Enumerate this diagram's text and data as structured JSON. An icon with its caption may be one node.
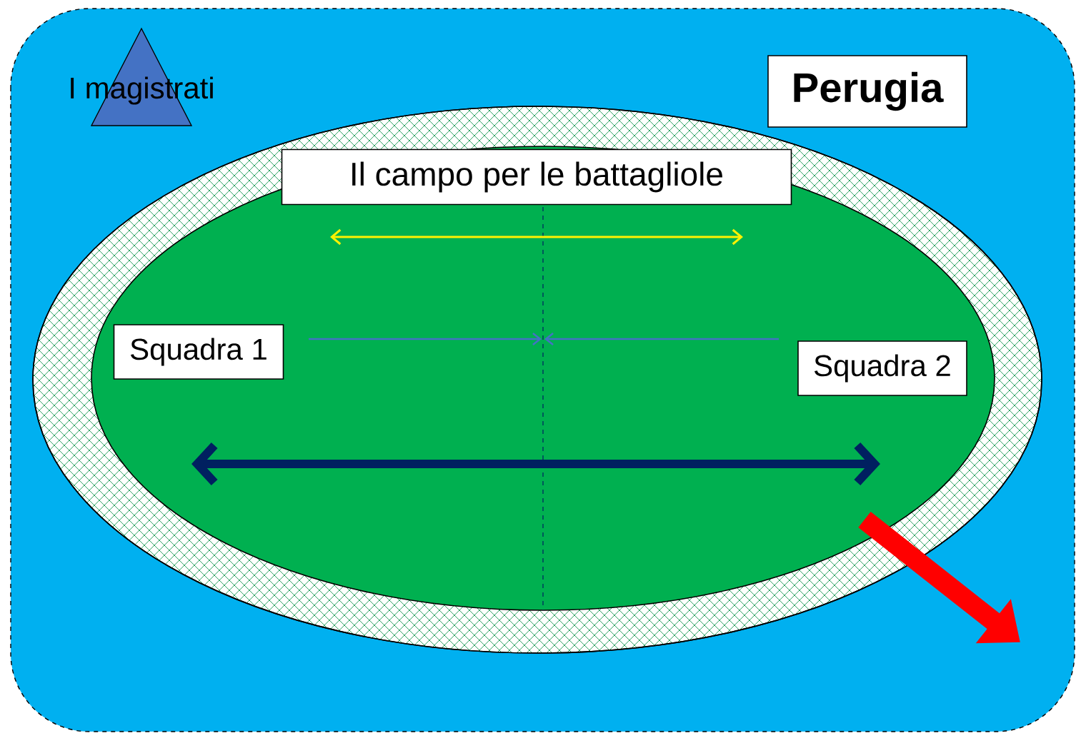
{
  "diagram": {
    "nodes": [
      {
        "text": [
          "I magistrati"
        ]
      },
      {
        "text": [
          "Perugia"
        ]
      },
      {
        "text": [
          "Il campo per le battagliole"
        ]
      },
      {
        "text": [
          "Squadra 1"
        ]
      },
      {
        "text": [
          "Squadra 2"
        ]
      }
    ]
  }
}
